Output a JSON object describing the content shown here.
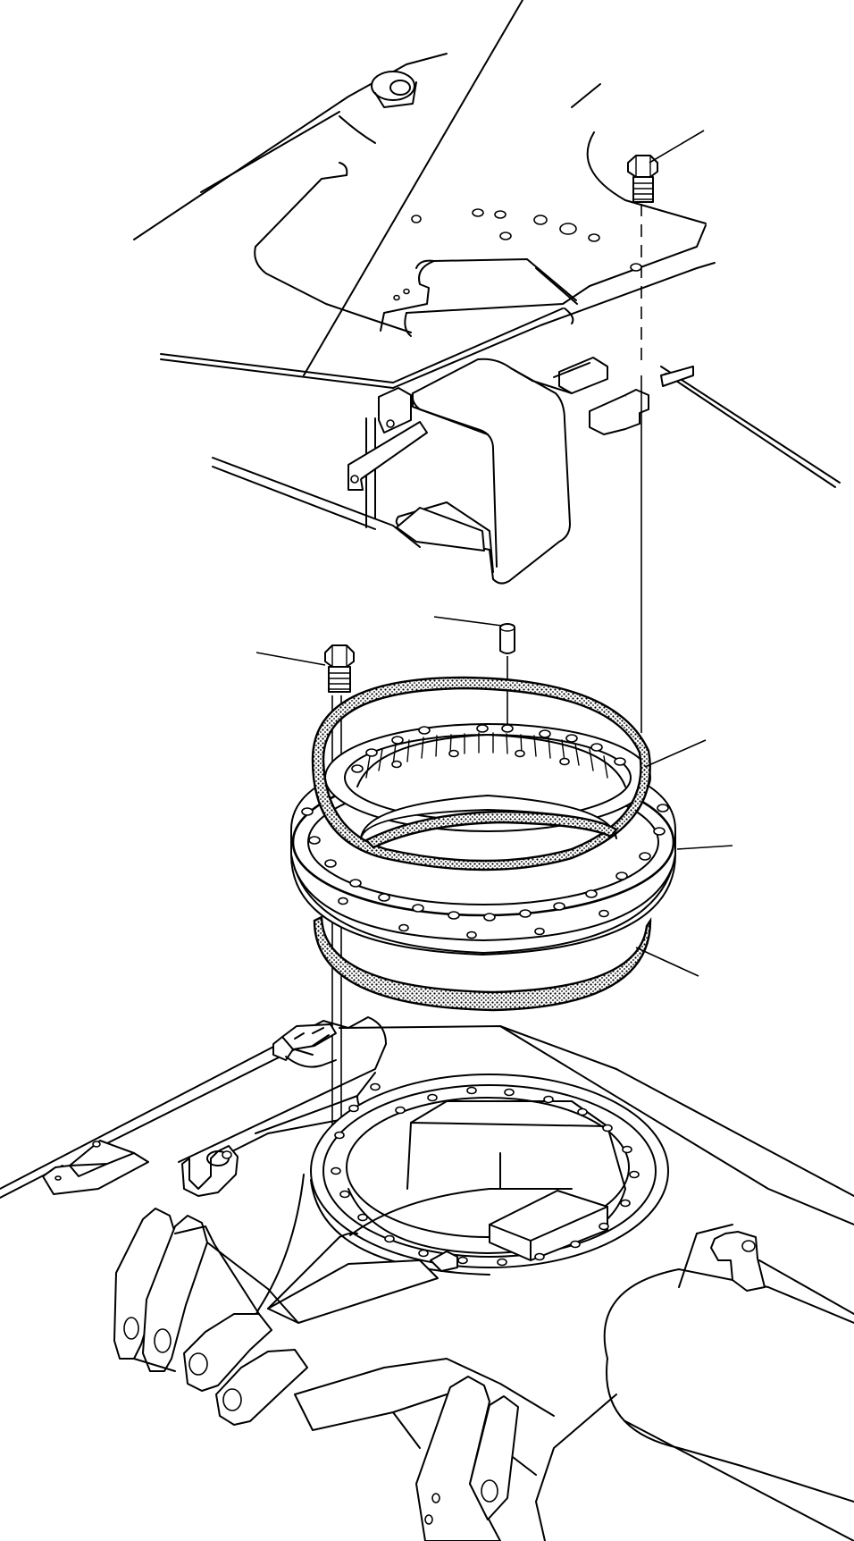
{
  "diagram": {
    "parts": [
      {
        "id": "upper-bolt"
      },
      {
        "id": "dowel-pin"
      },
      {
        "id": "lower-bolt"
      },
      {
        "id": "upper-seal"
      },
      {
        "id": "swing-circle-bearing"
      },
      {
        "id": "lower-seal"
      }
    ]
  }
}
